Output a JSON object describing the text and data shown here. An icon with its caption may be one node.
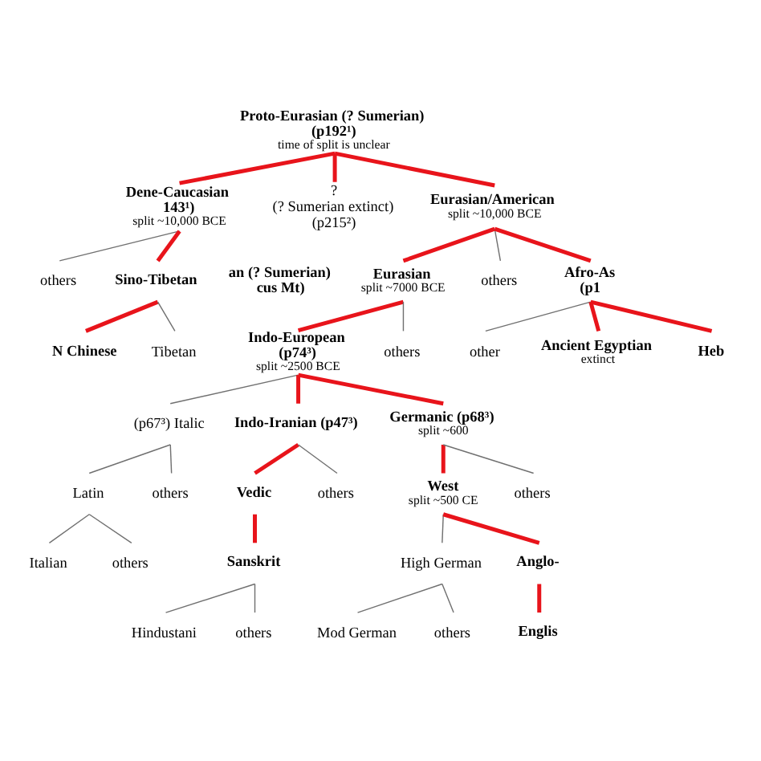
{
  "diagram": {
    "nodes": [
      {
        "text": [
          "Proto-Eurasian (? Sumerian)",
          "(p192¹)"
        ],
        "beside": [
          "time of split is unclear"
        ]
      },
      {
        "text": [
          "Dene-Caucasian",
          "143¹)"
        ],
        "beside": [
          "split ~10,000 BCE"
        ]
      },
      {
        "text": [
          "?",
          "(? Sumerian extinct)",
          "(p215²)"
        ]
      },
      {
        "text": [
          "Eurasian/American"
        ],
        "beside": [
          "split ~10,000 BCE"
        ]
      },
      {
        "text": [
          "others"
        ]
      },
      {
        "text": [
          "Sino-Tibetan"
        ]
      },
      {
        "text": [
          "N Chinese"
        ]
      },
      {
        "text": [
          "Tibetan"
        ]
      },
      {
        "text": [
          "Eurasian"
        ],
        "beside": [
          "split ~7000 BCE"
        ]
      },
      {
        "text": [
          "others"
        ]
      },
      {
        "text": [
          "Afro-As",
          "(p1"
        ]
      },
      {
        "text": [
          "other"
        ]
      },
      {
        "text": [
          "Ancient Egyptian"
        ],
        "beside": [
          "extinct"
        ]
      },
      {
        "text": [
          "Heb"
        ]
      },
      {
        "text": [
          "Indo-European",
          "(p74³)"
        ],
        "beside": [
          "split ~2500 BCE"
        ]
      },
      {
        "text": [
          "others"
        ]
      },
      {
        "text": [
          "(p67³) Italic"
        ]
      },
      {
        "text": [
          "Indo-Iranian (p47³)"
        ]
      },
      {
        "text": [
          "Germanic (p68³)"
        ],
        "beside": [
          "split ~600"
        ]
      },
      {
        "text": [
          "Latin"
        ]
      },
      {
        "text": [
          "others"
        ]
      },
      {
        "text": [
          "Vedic"
        ]
      },
      {
        "text": [
          "others"
        ]
      },
      {
        "text": [
          "West"
        ],
        "beside": [
          "split ~500 CE"
        ]
      },
      {
        "text": [
          "others"
        ]
      },
      {
        "text": [
          "Sanskrit"
        ]
      },
      {
        "text": [
          "Italian"
        ]
      },
      {
        "text": [
          "others"
        ]
      },
      {
        "text": [
          "Hindustani"
        ]
      },
      {
        "text": [
          "others"
        ]
      },
      {
        "text": [
          "High German"
        ]
      },
      {
        "text": [
          "Anglo-"
        ]
      },
      {
        "text": [
          "Mod German"
        ]
      },
      {
        "text": [
          "others"
        ]
      },
      {
        "text": [
          "Englis"
        ]
      }
    ],
    "edges": [
      {
        "from": 0,
        "to": 1,
        "arrow": "none",
        "style": "thick",
        "color": "#e8141b"
      },
      {
        "from": 0,
        "to": 2,
        "arrow": "none",
        "style": "thick",
        "color": "#e8141b"
      },
      {
        "from": 0,
        "to": 3,
        "arrow": "none",
        "style": "thick",
        "color": "#e8141b"
      },
      {
        "from": 1,
        "to": 4,
        "arrow": "none",
        "color": "#707070"
      },
      {
        "from": 1,
        "to": 5,
        "arrow": "none",
        "style": "thick",
        "color": "#e8141b"
      },
      {
        "from": 5,
        "to": 6,
        "arrow": "none",
        "style": "thick",
        "color": "#e8141b"
      },
      {
        "from": 5,
        "to": 7,
        "arrow": "none",
        "color": "#707070"
      },
      {
        "from": 3,
        "to": 8,
        "arrow": "none",
        "style": "thick",
        "color": "#e8141b"
      },
      {
        "from": 3,
        "to": 9,
        "arrow": "none",
        "color": "#707070"
      },
      {
        "from": 3,
        "to": 10,
        "arrow": "none",
        "style": "thick",
        "color": "#e8141b"
      },
      {
        "from": 10,
        "to": 11,
        "arrow": "none",
        "color": "#707070"
      },
      {
        "from": 10,
        "to": 12,
        "arrow": "none",
        "style": "thick",
        "color": "#e8141b"
      },
      {
        "from": 10,
        "to": 13,
        "arrow": "none",
        "style": "thick",
        "color": "#e8141b"
      },
      {
        "from": 8,
        "to": 14,
        "arrow": "none",
        "style": "thick",
        "color": "#e8141b"
      },
      {
        "from": 8,
        "to": 15,
        "arrow": "none",
        "color": "#707070"
      },
      {
        "from": 14,
        "to": 16,
        "arrow": "none",
        "color": "#707070"
      },
      {
        "from": 14,
        "to": 17,
        "arrow": "none",
        "style": "thick",
        "color": "#e8141b"
      },
      {
        "from": 14,
        "to": 18,
        "arrow": "none",
        "style": "thick",
        "color": "#e8141b"
      },
      {
        "from": 16,
        "to": 19,
        "arrow": "none",
        "color": "#707070"
      },
      {
        "from": 16,
        "to": 20,
        "arrow": "none",
        "color": "#707070"
      },
      {
        "from": 17,
        "to": 21,
        "arrow": "none",
        "style": "thick",
        "color": "#e8141b"
      },
      {
        "from": 17,
        "to": 22,
        "arrow": "none",
        "color": "#707070"
      },
      {
        "from": 18,
        "to": 23,
        "arrow": "none",
        "style": "thick",
        "color": "#e8141b"
      },
      {
        "from": 18,
        "to": 24,
        "arrow": "none",
        "color": "#707070"
      },
      {
        "from": 21,
        "to": 25,
        "arrow": "none",
        "style": "thick",
        "color": "#e8141b"
      },
      {
        "from": 19,
        "to": 26,
        "arrow": "none",
        "color": "#707070"
      },
      {
        "from": 19,
        "to": 27,
        "arrow": "none",
        "color": "#707070"
      },
      {
        "from": 25,
        "to": 28,
        "arrow": "none",
        "color": "#707070"
      },
      {
        "from": 25,
        "to": 29,
        "arrow": "none",
        "color": "#707070"
      },
      {
        "from": 23,
        "to": 30,
        "arrow": "none",
        "color": "#707070"
      },
      {
        "from": 23,
        "to": 31,
        "arrow": "none",
        "style": "thick",
        "color": "#e8141b"
      },
      {
        "from": 30,
        "to": 32,
        "arrow": "none",
        "color": "#707070"
      },
      {
        "from": 30,
        "to": 33,
        "arrow": "none",
        "color": "#707070"
      },
      {
        "from": 31,
        "to": 34,
        "arrow": "none",
        "style": "thick",
        "color": "#e8141b"
      }
    ],
    "labels": [
      "an (? Sumerian)",
      "cus Mt)"
    ]
  }
}
